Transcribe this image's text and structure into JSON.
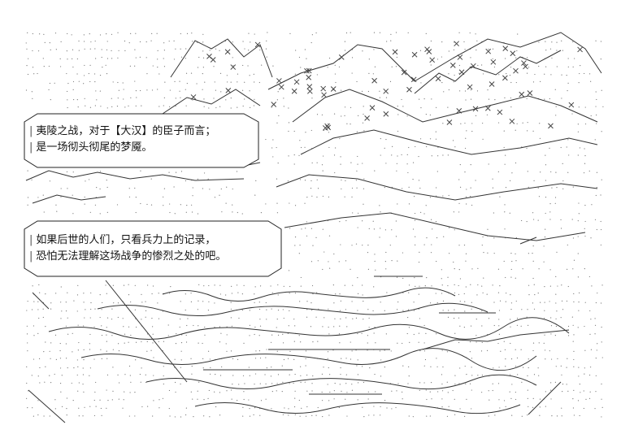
{
  "caption_top": {
    "line1": "夷陵之战，对于【大汉】的臣子而言；",
    "line2": "是一场彻头彻尾的梦魇。"
  },
  "caption_bottom": {
    "line1": "如果后世的人们，只看兵力上的记录，",
    "line2": "恐怕无法理解这场战争的惨烈之处的吧。"
  },
  "colors": {
    "ink": "#111111",
    "stroke": "#333333",
    "dots": "#777777",
    "background": "#ffffff"
  }
}
